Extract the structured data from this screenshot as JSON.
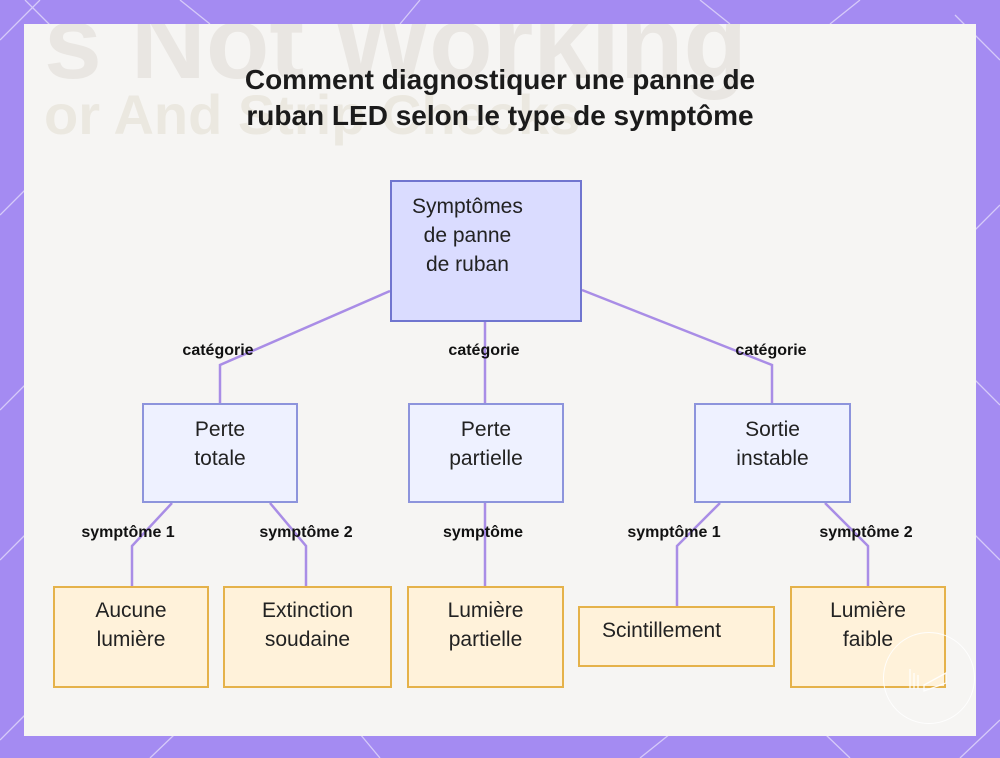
{
  "title_lines": [
    "Comment diagnostiquer une panne de",
    "ruban LED selon le type de symptôme"
  ],
  "background_text": {
    "line1": "s Not Working",
    "line2": "or And Strip Checks"
  },
  "nodes": {
    "root": "Symptômes\nde panne\nde ruban",
    "cat_total": "Perte\ntotale",
    "cat_partial": "Perte\npartielle",
    "cat_unstable": "Sortie\ninstable",
    "leaf_no_light": "Aucune\nlumière",
    "leaf_sudden_off": "Extinction\nsoudaine",
    "leaf_partial_light": "Lumière\npartielle",
    "leaf_flicker": "Scintillement",
    "leaf_dim": "Lumière\nfaible"
  },
  "edge_labels": {
    "cat_total": "catégorie",
    "cat_partial": "catégorie",
    "cat_unstable": "catégorie",
    "total_s1": "symptôme 1",
    "total_s2": "symptôme 2",
    "partial_s": "symptôme",
    "unstable_s1": "symptôme 1",
    "unstable_s2": "symptôme 2"
  },
  "colors": {
    "frame": "#a48bf2",
    "connector": "#a98de6",
    "root_fill": "#dadcff",
    "category_fill": "#eef1ff",
    "leaf_fill": "#fff2da",
    "leaf_border": "#e5b24a"
  }
}
